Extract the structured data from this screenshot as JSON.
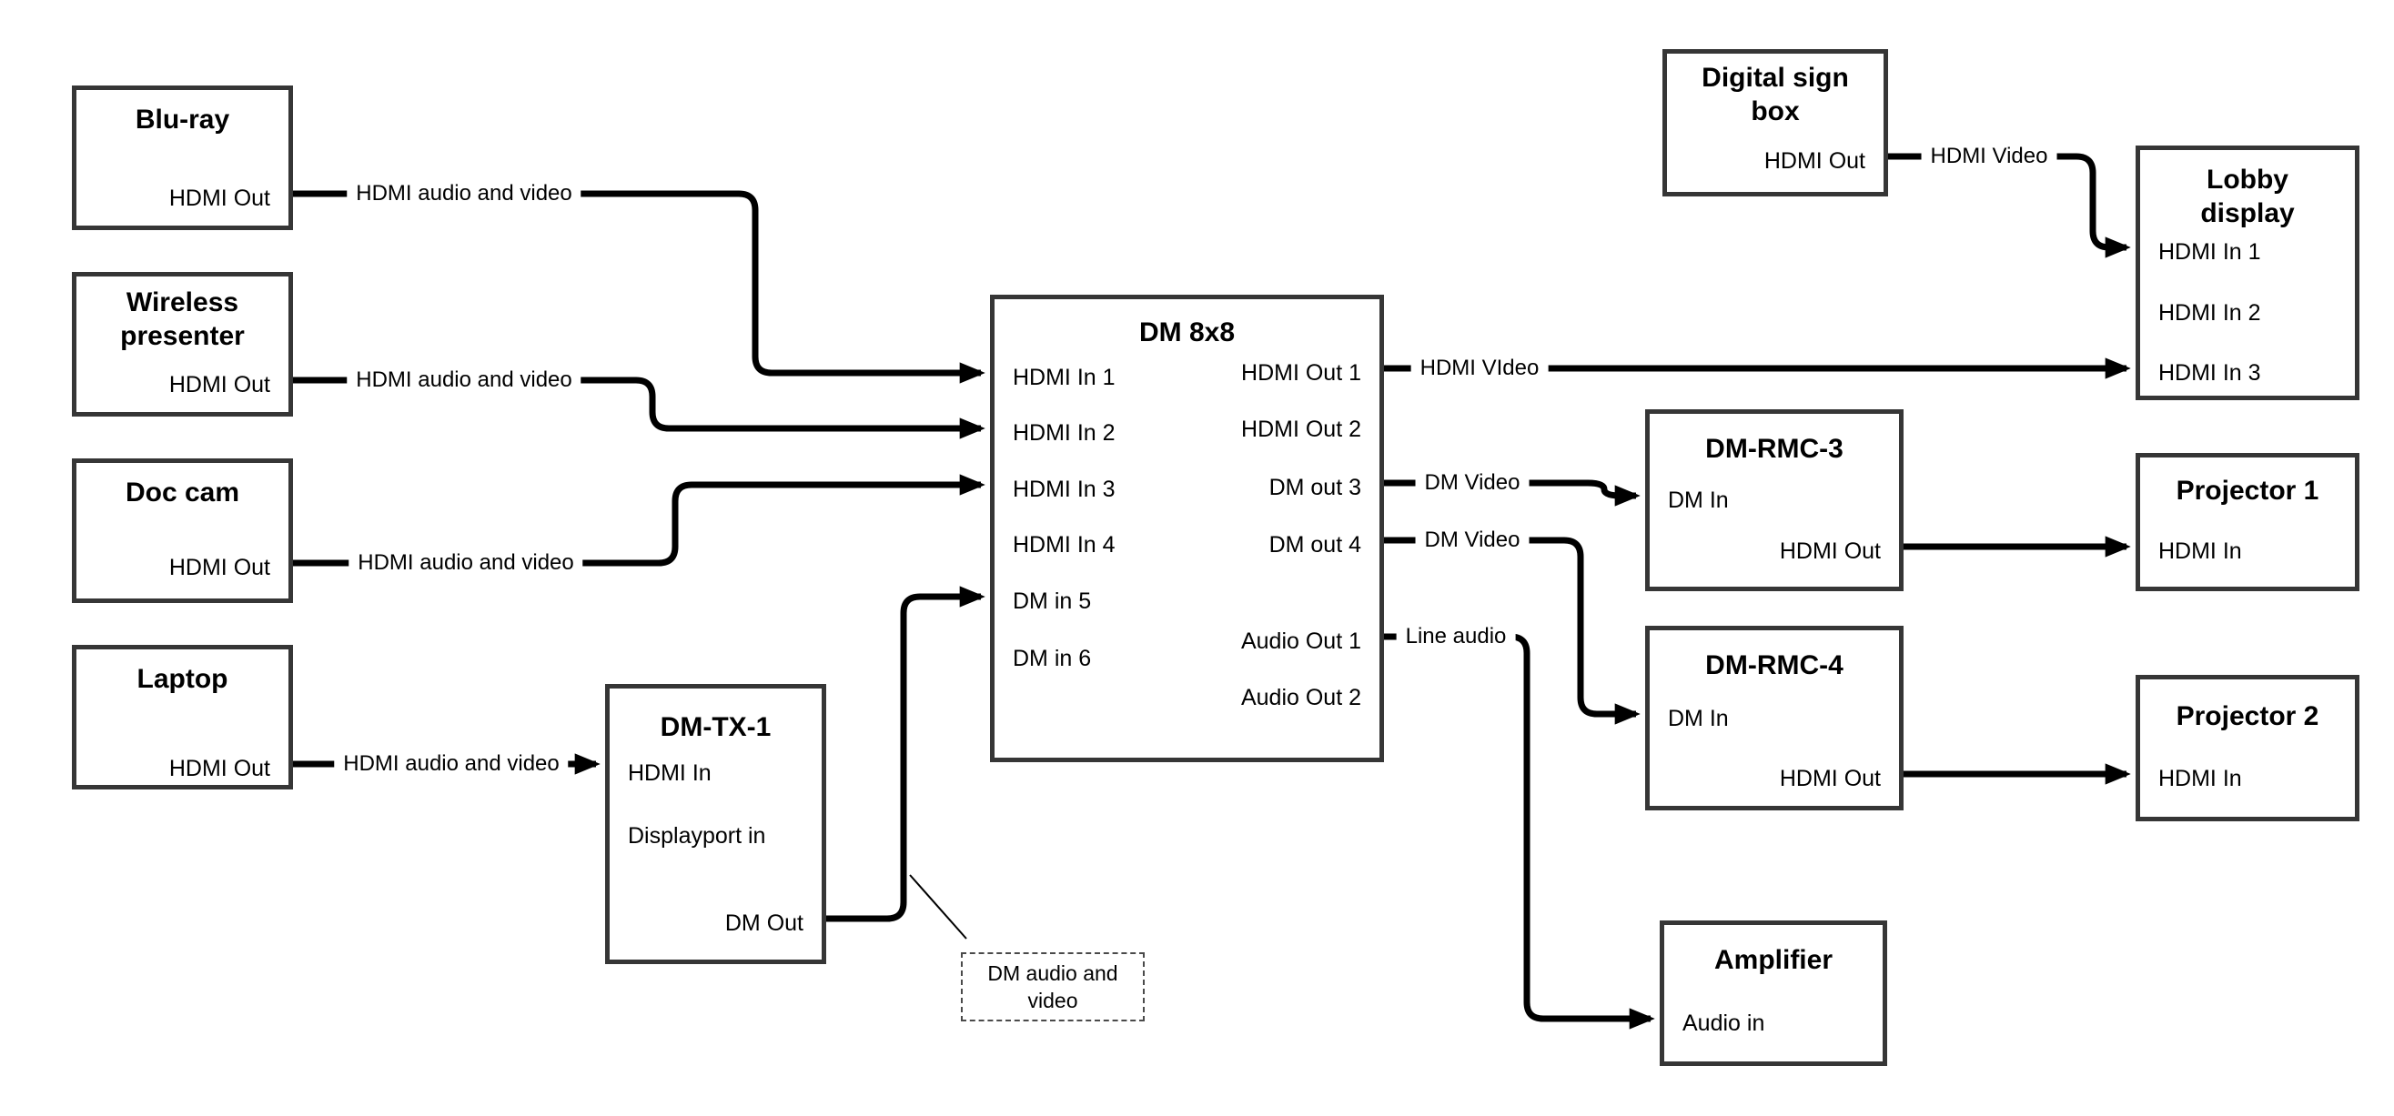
{
  "diagram": {
    "background_color": "#ffffff",
    "wire_color": "#000000",
    "box_border_color": "#363636",
    "note_border_style": "dashed"
  },
  "nodes": {
    "bluRay": {
      "title": "Blu-ray",
      "ports": [
        "HDMI Out"
      ]
    },
    "wirelessPresenter": {
      "title": "Wireless presenter",
      "ports": [
        "HDMI Out"
      ]
    },
    "docCam": {
      "title": "Doc cam",
      "ports": [
        "HDMI Out"
      ]
    },
    "laptop": {
      "title": "Laptop",
      "ports": [
        "HDMI Out"
      ]
    },
    "dmTx1": {
      "title": "DM-TX-1",
      "ports": [
        "HDMI In",
        "Displayport in",
        "DM Out"
      ]
    },
    "dm8x8": {
      "title": "DM 8x8",
      "ports_left": [
        "HDMI In 1",
        "HDMI In 2",
        "HDMI In 3",
        "HDMI In 4",
        "DM in 5",
        "DM in 6"
      ],
      "ports_right": [
        "HDMI Out 1",
        "HDMI Out 2",
        "DM out 3",
        "DM out 4",
        "Audio Out 1",
        "Audio Out 2"
      ]
    },
    "digitalSignBox": {
      "title": "Digital sign box",
      "ports": [
        "HDMI Out"
      ]
    },
    "lobbyDisplay": {
      "title": "Lobby display",
      "ports": [
        "HDMI In 1",
        "HDMI In 2",
        "HDMI In 3"
      ]
    },
    "dmRmc3": {
      "title": "DM-RMC-3",
      "ports": [
        "DM In",
        "HDMI Out"
      ]
    },
    "projector1": {
      "title": "Projector 1",
      "ports": [
        "HDMI In"
      ]
    },
    "dmRmc4": {
      "title": "DM-RMC-4",
      "ports": [
        "DM In",
        "HDMI Out"
      ]
    },
    "projector2": {
      "title": "Projector 2",
      "ports": [
        "HDMI In"
      ]
    },
    "amplifier": {
      "title": "Amplifier",
      "ports": [
        "Audio in"
      ]
    }
  },
  "connection_labels": [
    {
      "id": "bluray-link",
      "text": "HDMI audio and video"
    },
    {
      "id": "wireless-link",
      "text": "HDMI audio and video"
    },
    {
      "id": "doccam-link",
      "text": "HDMI audio and video"
    },
    {
      "id": "laptop-link",
      "text": "HDMI audio and video"
    },
    {
      "id": "out1-link",
      "text": "HDMI VIdeo"
    },
    {
      "id": "out3-link",
      "text": "DM Video"
    },
    {
      "id": "out4-link",
      "text": "DM Video"
    },
    {
      "id": "audio1-link",
      "text": "Line audio"
    },
    {
      "id": "sign-link",
      "text": "HDMI Video"
    }
  ],
  "note": {
    "text": "DM audio and video"
  }
}
